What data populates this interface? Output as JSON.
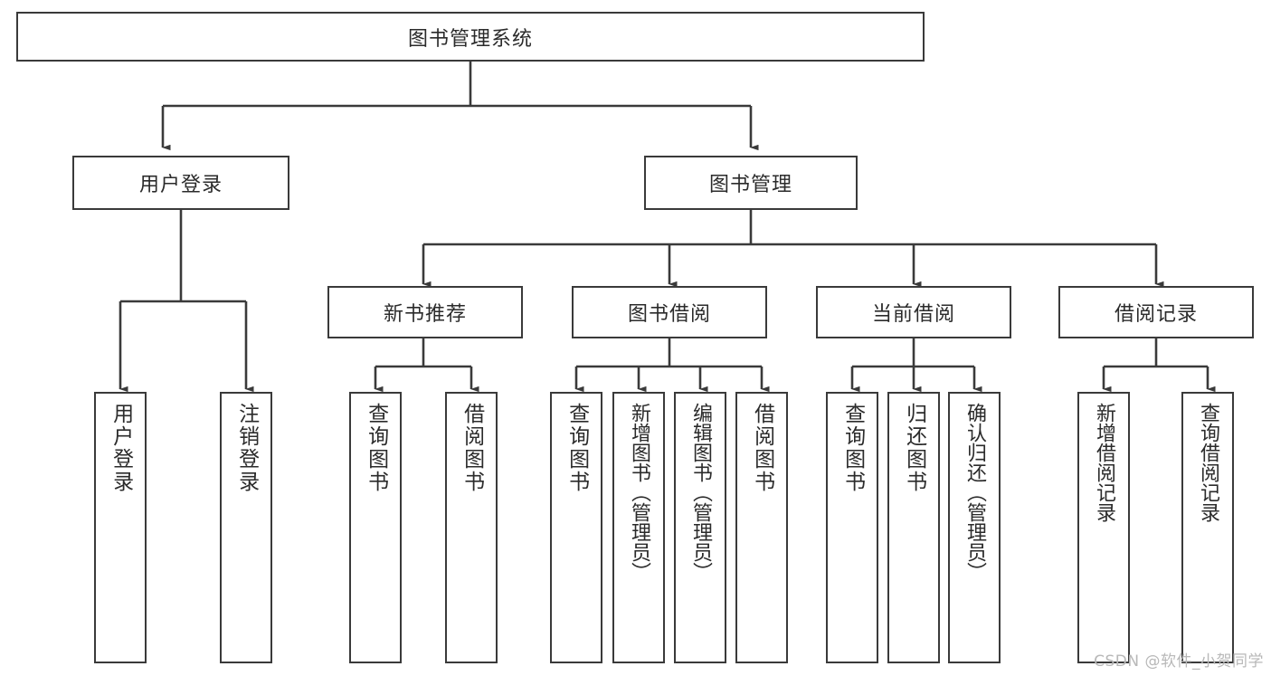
{
  "diagram": {
    "type": "tree",
    "title": "图书管理系统",
    "watermark": "CSDN @软件_小贺同学",
    "line_color": "#3a3a3a",
    "box_fill": "#ffffff",
    "text_color": "#2b2b2b",
    "root": {
      "label": "图书管理系统"
    },
    "level2": [
      {
        "label": "用户登录"
      },
      {
        "label": "图书管理"
      }
    ],
    "level3": [
      {
        "label": "新书推荐"
      },
      {
        "label": "图书借阅"
      },
      {
        "label": "当前借阅"
      },
      {
        "label": "借阅记录"
      }
    ],
    "leaves": {
      "user_login": [
        {
          "label": "用户登录"
        },
        {
          "label": "注销登录"
        }
      ],
      "new_book": [
        {
          "label": "查询图书"
        },
        {
          "label": "借阅图书"
        }
      ],
      "book_borrow": [
        {
          "label": "查询图书"
        },
        {
          "label": "新增图书（管理员）"
        },
        {
          "label": "编辑图书（管理员）"
        },
        {
          "label": "借阅图书"
        }
      ],
      "current_borrow": [
        {
          "label": "查询图书"
        },
        {
          "label": "归还图书"
        },
        {
          "label": "确认归还（管理员）"
        }
      ],
      "borrow_record": [
        {
          "label": "新增借阅记录"
        },
        {
          "label": "查询借阅记录"
        }
      ]
    }
  }
}
